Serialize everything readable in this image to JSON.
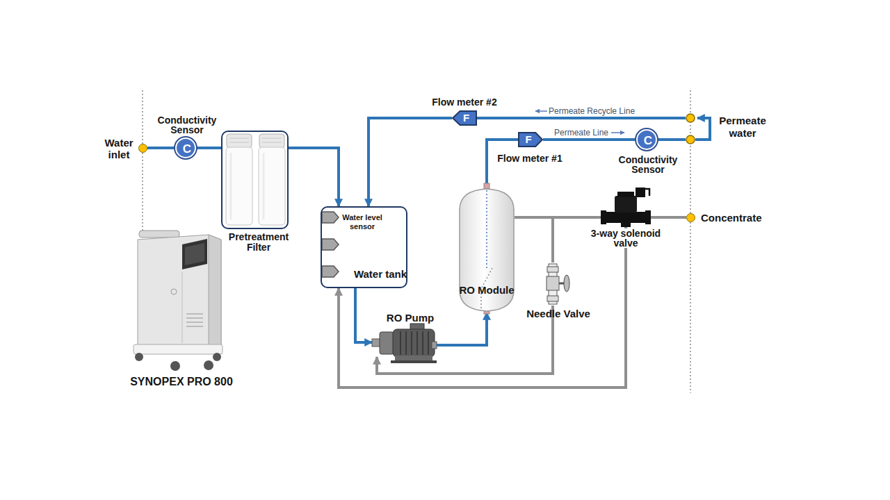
{
  "diagram": {
    "nodes": [
      {
        "text": [
          "Water inlet"
        ]
      },
      {
        "text": [
          "C",
          "Conductivity Sensor"
        ]
      },
      {
        "text": [
          "Pretreatment Filter"
        ]
      },
      {
        "text": [
          "Water level sensor",
          "Water tank"
        ]
      },
      {
        "text": [
          "RO Pump"
        ]
      },
      {
        "text": [
          "RO Module"
        ]
      },
      {
        "text": [
          "F",
          "Flow meter #2"
        ]
      },
      {
        "text": [
          "F",
          "Flow meter #1"
        ]
      },
      {
        "text": [
          "C",
          "Conductivity Sensor"
        ]
      },
      {
        "text": [
          "Permeate water"
        ]
      },
      {
        "text": [
          "Needle Valve"
        ]
      },
      {
        "text": [
          "3-way solenoid valve"
        ]
      },
      {
        "text": [
          "Concentrate"
        ]
      },
      {
        "text": [
          "SYNOPEX PRO 800"
        ]
      }
    ],
    "edges": [
      {
        "from": 0,
        "to": 1,
        "arrow": "none"
      },
      {
        "from": 1,
        "to": 2,
        "arrow": "none"
      },
      {
        "from": 2,
        "to": 3,
        "arrow": "to"
      },
      {
        "from": 3,
        "to": 4,
        "arrow": "to"
      },
      {
        "from": 4,
        "to": 5,
        "arrow": "to"
      },
      {
        "from": 5,
        "to": 7,
        "arrow": "none"
      },
      {
        "from": 7,
        "to": 8,
        "label": "Permeate Line",
        "arrow": "none"
      },
      {
        "from": 8,
        "to": 9,
        "arrow": "none"
      },
      {
        "from": 9,
        "to": 6,
        "label": "Permeate Recycle Line",
        "arrow": "none"
      },
      {
        "from": 6,
        "to": 3,
        "arrow": "to"
      },
      {
        "from": 5,
        "to": 11,
        "arrow": "none"
      },
      {
        "from": 11,
        "to": 12,
        "arrow": "none"
      },
      {
        "from": 5,
        "to": 10,
        "arrow": "none"
      },
      {
        "from": 10,
        "to": 4,
        "arrow": "to"
      },
      {
        "from": 11,
        "to": 3,
        "arrow": "to"
      }
    ]
  }
}
